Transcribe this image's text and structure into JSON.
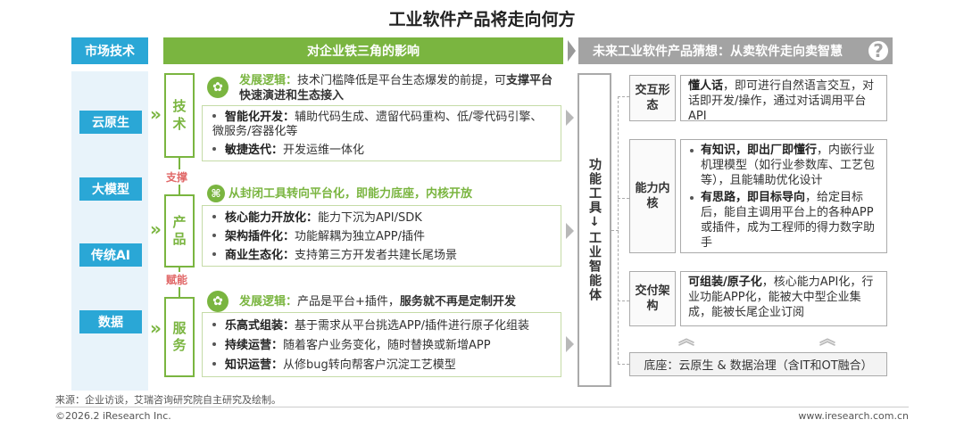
{
  "title": "工业软件产品将走向何方",
  "headers": {
    "market": "市场技术",
    "impact": "对企业铁三角的影响",
    "future": "未来工业软件产品猜想：从卖软件走向卖智慧"
  },
  "market_items": [
    "云原生",
    "大模型",
    "传统AI",
    "数据"
  ],
  "pillars": {
    "tech": [
      "技",
      "术"
    ],
    "product": [
      "产",
      "品"
    ],
    "service": [
      "服",
      "务"
    ],
    "support_label": "支撑",
    "empower_label": "赋能"
  },
  "tech_section": {
    "logic_label": "发展逻辑：",
    "logic_text": "技术门槛降低是平台生态爆发的前提，可",
    "logic_bold": "支撑平台快速演进和生态接入",
    "bullets": [
      {
        "bold": "智能化开发：",
        "text": "辅助代码生成、遗留代码重构、低/零代码引擎、微服务/容器化等"
      },
      {
        "bold": "敏捷迭代：",
        "text": "开发运维一体化"
      }
    ]
  },
  "product_section": {
    "heading": "从封闭工具转向平台化，即能力底座，内核开放",
    "bullets": [
      {
        "bold": "核心能力开放化：",
        "text": "能力下沉为API/SDK"
      },
      {
        "bold": "架构插件化：",
        "text": "功能解耦为独立APP/插件"
      },
      {
        "bold": "商业生态化：",
        "text": "支持第三方开发者共建长尾场景"
      }
    ]
  },
  "service_section": {
    "logic_label": "发展逻辑：",
    "logic_text": "产品是平台+插件，",
    "logic_bold": "服务就不再是定制开发",
    "bullets": [
      {
        "bold": "乐高式组装：",
        "text": "基于需求从平台挑选APP/插件进行原子化组装"
      },
      {
        "bold": "持续运营：",
        "text": "随着客户业务变化，随时替换或新增APP"
      },
      {
        "bold": "知识运营：",
        "text": "从修bug转向帮客户沉淀工艺模型"
      }
    ]
  },
  "center_text": "功能工具↓工业智能体",
  "future": {
    "interaction": {
      "label": "交互形态",
      "bold": "懂人话",
      "text": "，即可进行自然语言交互，对话即开发/操作，通过对话调用平台API"
    },
    "capability": {
      "label": "能力内核",
      "items": [
        {
          "bold": "有知识，即出厂即懂行",
          "text": "，内嵌行业机理模型（如行业参数库、工艺包等），且能辅助优化设计"
        },
        {
          "bold": "有思路，即目标导向",
          "text": "，给定目标后，能自主调用平台上的各种APP或插件，成为工程师的得力数字助手"
        }
      ]
    },
    "delivery": {
      "label": "交付架构",
      "bold": "可组装/原子化",
      "text": "，核心能力API化，行业功能APP化，能被大中型企业集成，能被长尾企业订阅"
    },
    "base": "底座：云原生 & 数据治理（含IT和OT融合）"
  },
  "source": "来源：企业访谈，艾瑞咨询研究院自主研究及绘制。",
  "copyright": "©2026.2 iResearch Inc.",
  "website": "www.iresearch.com.cn",
  "colors": {
    "green": "#7ab540",
    "blue": "#2aa7d6",
    "gray": "#a3a3a3",
    "red": "#e06666"
  },
  "icons": [
    "brain-icon",
    "command-icon",
    "question-icon",
    "chevron-right-icon",
    "chevron-up-icon"
  ]
}
